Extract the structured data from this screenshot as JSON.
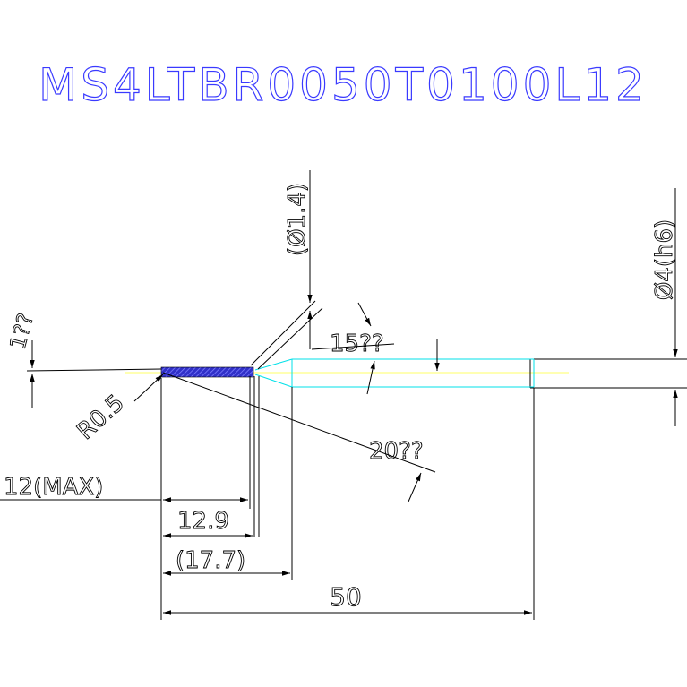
{
  "title": "MS4LTBR0050T0100L12",
  "colors": {
    "background": "#ffffff",
    "line": "#000000",
    "title": "#3a3aff",
    "cyan": "#00e0e8",
    "centerline": "#ffff66",
    "hatch": "#2f2fd0"
  },
  "dimensions": {
    "neck_diameter": "(Ø1.4)",
    "shank_diameter": "Ø4(h6)",
    "angle_15": "15??",
    "angle_1": "1??",
    "angle_20": "20??",
    "radius": "R0.5",
    "effective_length": "12(MAX)",
    "neck_length": "12.9",
    "taper_length": "(17.7)",
    "overall_length": "50"
  }
}
